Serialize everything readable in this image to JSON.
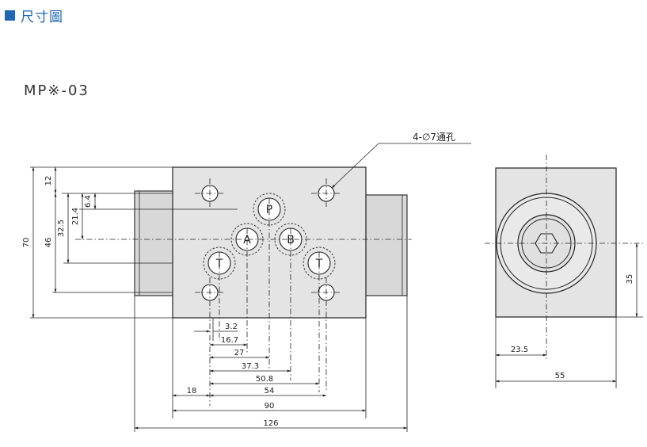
{
  "header": {
    "title": "尺寸圖"
  },
  "model": {
    "label": "MP※-03"
  },
  "callout": {
    "label": "4-∅7通孔"
  },
  "ports": {
    "p": "P",
    "a": "A",
    "b": "B",
    "t1": "T",
    "t2": "T"
  },
  "dims": {
    "d12": "12",
    "d6_4": "6.4",
    "d21_4": "21.4",
    "d32_5": "32.5",
    "d46": "46",
    "d70": "70",
    "d3_2": "3.2",
    "d16_7": "16.7",
    "d27": "27",
    "d37_3": "37.3",
    "d50_8": "50.8",
    "d54": "54",
    "d18": "18",
    "d90": "90",
    "d126": "126",
    "d35": "35",
    "d23_5": "23.5",
    "d55": "55"
  },
  "colors": {
    "accent": "#1f66b3",
    "line": "#222222",
    "fill": "#e4e4e4"
  }
}
